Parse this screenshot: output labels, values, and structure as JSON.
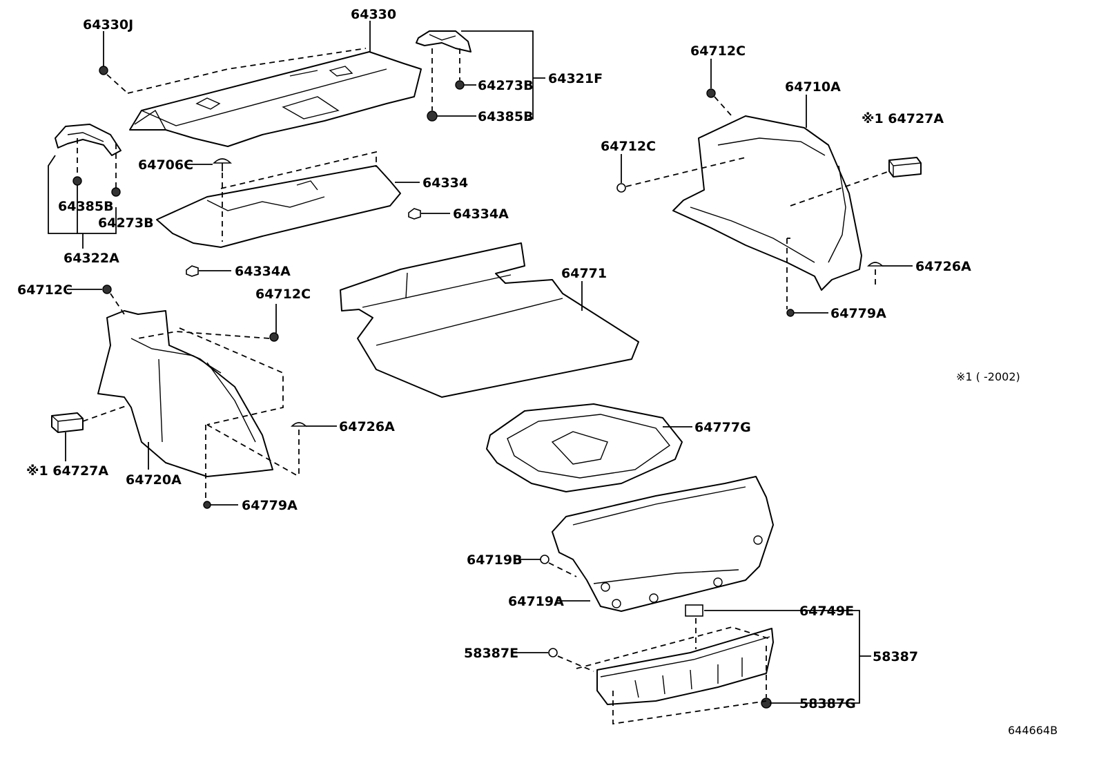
{
  "labels": {
    "l64330J": "64330J",
    "l64330": "64330",
    "l64273B_top": "64273B",
    "l64321F": "64321F",
    "l64385B_top": "64385B",
    "l64712C_1": "64712C",
    "l64710A": "64710A",
    "l64727A_right": "※1 64727A",
    "l64712C_2": "64712C",
    "l64706C": "64706C",
    "l64334": "64334",
    "l64334A_right": "64334A",
    "l64385B_left": "64385B",
    "l64273B_left": "64273B",
    "l64322A": "64322A",
    "l64334A_left": "64334A",
    "l64771": "64771",
    "l64726A_right": "64726A",
    "l64712C_3": "64712C",
    "l64712C_4": "64712C",
    "l64779A_right": "64779A",
    "l64727A_left": "※1 64727A",
    "l64720A": "64720A",
    "l64726A_left": "64726A",
    "l64779A_left": "64779A",
    "l64777G": "64777G",
    "l64719B": "64719B",
    "l64719A": "64719A",
    "l64749E": "64749E",
    "l58387E": "58387E",
    "l58387": "58387",
    "l58387G": "58387G"
  },
  "footnote": "※1 (      -2002)",
  "diagram_id": "644664B"
}
